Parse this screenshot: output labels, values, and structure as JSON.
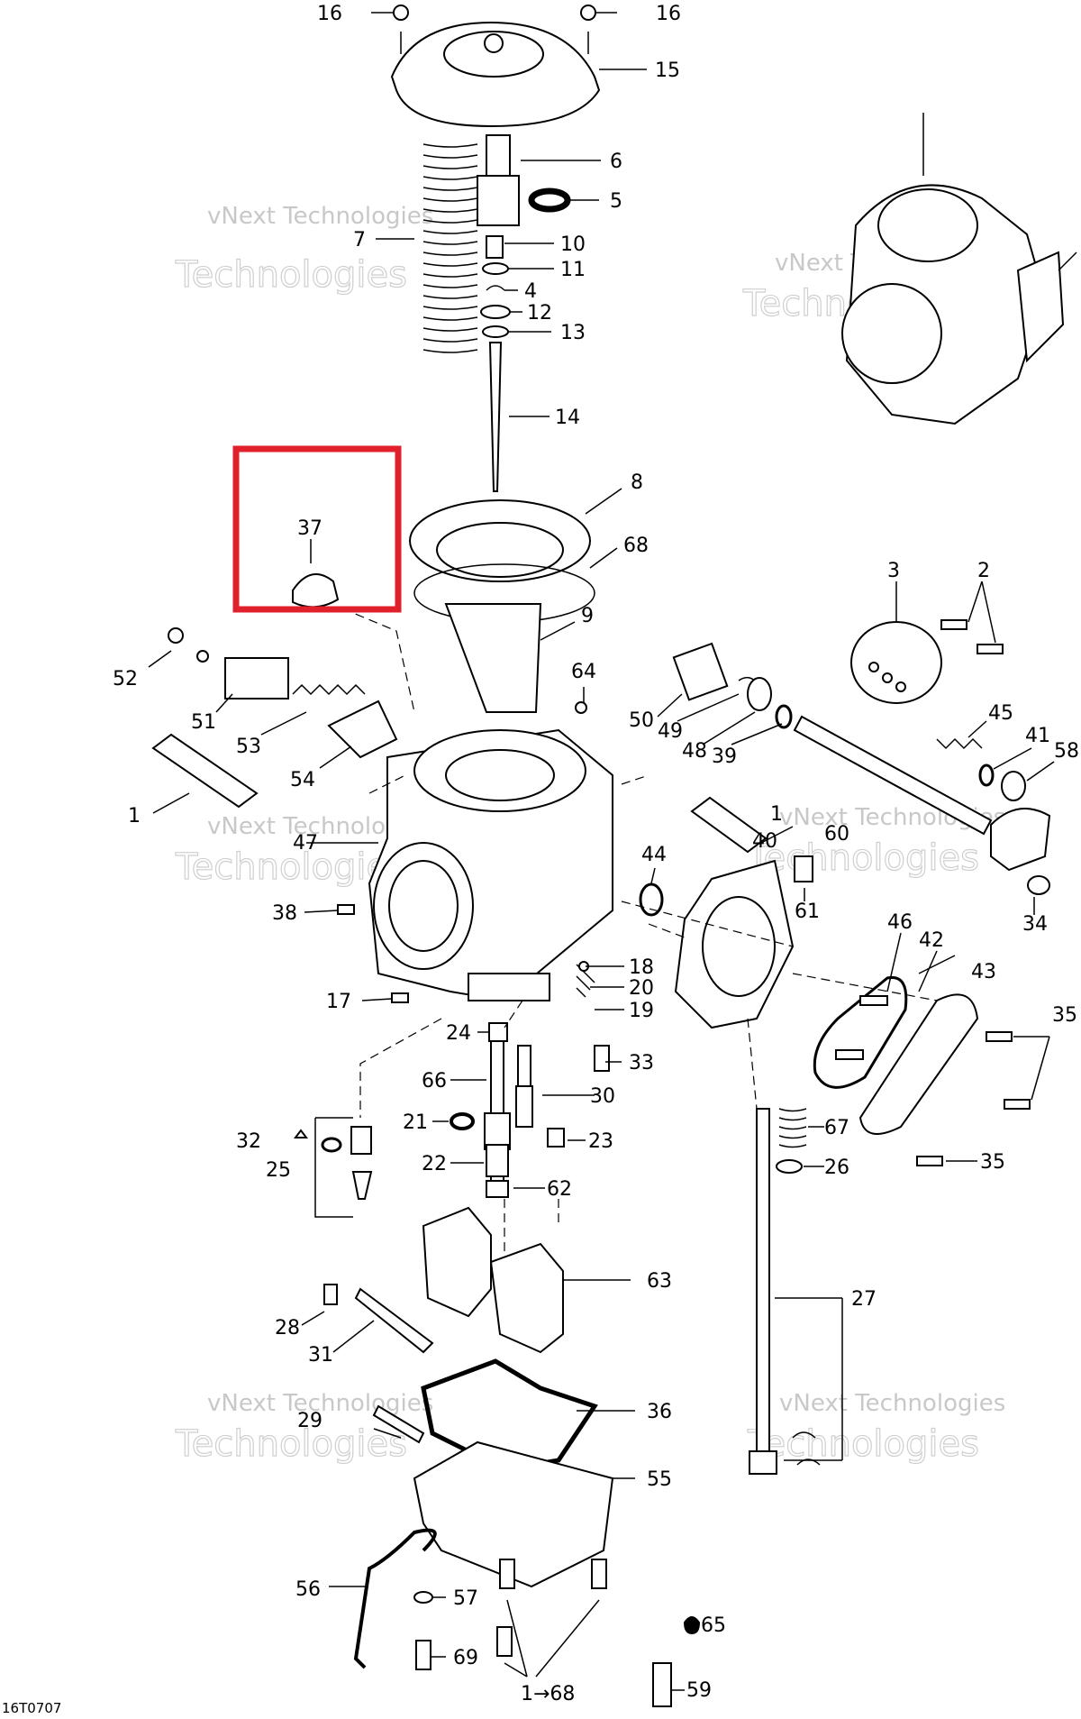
{
  "diagram_code": "16T0707",
  "highlight": {
    "color": "#e0202a",
    "part": "37"
  },
  "watermark": {
    "line1": "vNext Technologies",
    "line_big": "Technologies",
    "line_small": "vNext"
  },
  "callouts": [
    "16",
    "15",
    "6",
    "5",
    "7",
    "10",
    "11",
    "4",
    "12",
    "13",
    "14",
    "8",
    "68",
    "9",
    "37",
    "52",
    "51",
    "53",
    "54",
    "64",
    "50",
    "49",
    "48",
    "39",
    "3",
    "2",
    "45",
    "41",
    "58",
    "1",
    "47",
    "44",
    "40",
    "60",
    "61",
    "34",
    "38",
    "46",
    "42",
    "43",
    "35",
    "17",
    "18",
    "20",
    "19",
    "33",
    "24",
    "66",
    "30",
    "32",
    "25",
    "21",
    "23",
    "22",
    "62",
    "67",
    "26",
    "63",
    "27",
    "28",
    "31",
    "36",
    "29",
    "55",
    "56",
    "57",
    "69",
    "65",
    "59",
    "1→68"
  ]
}
